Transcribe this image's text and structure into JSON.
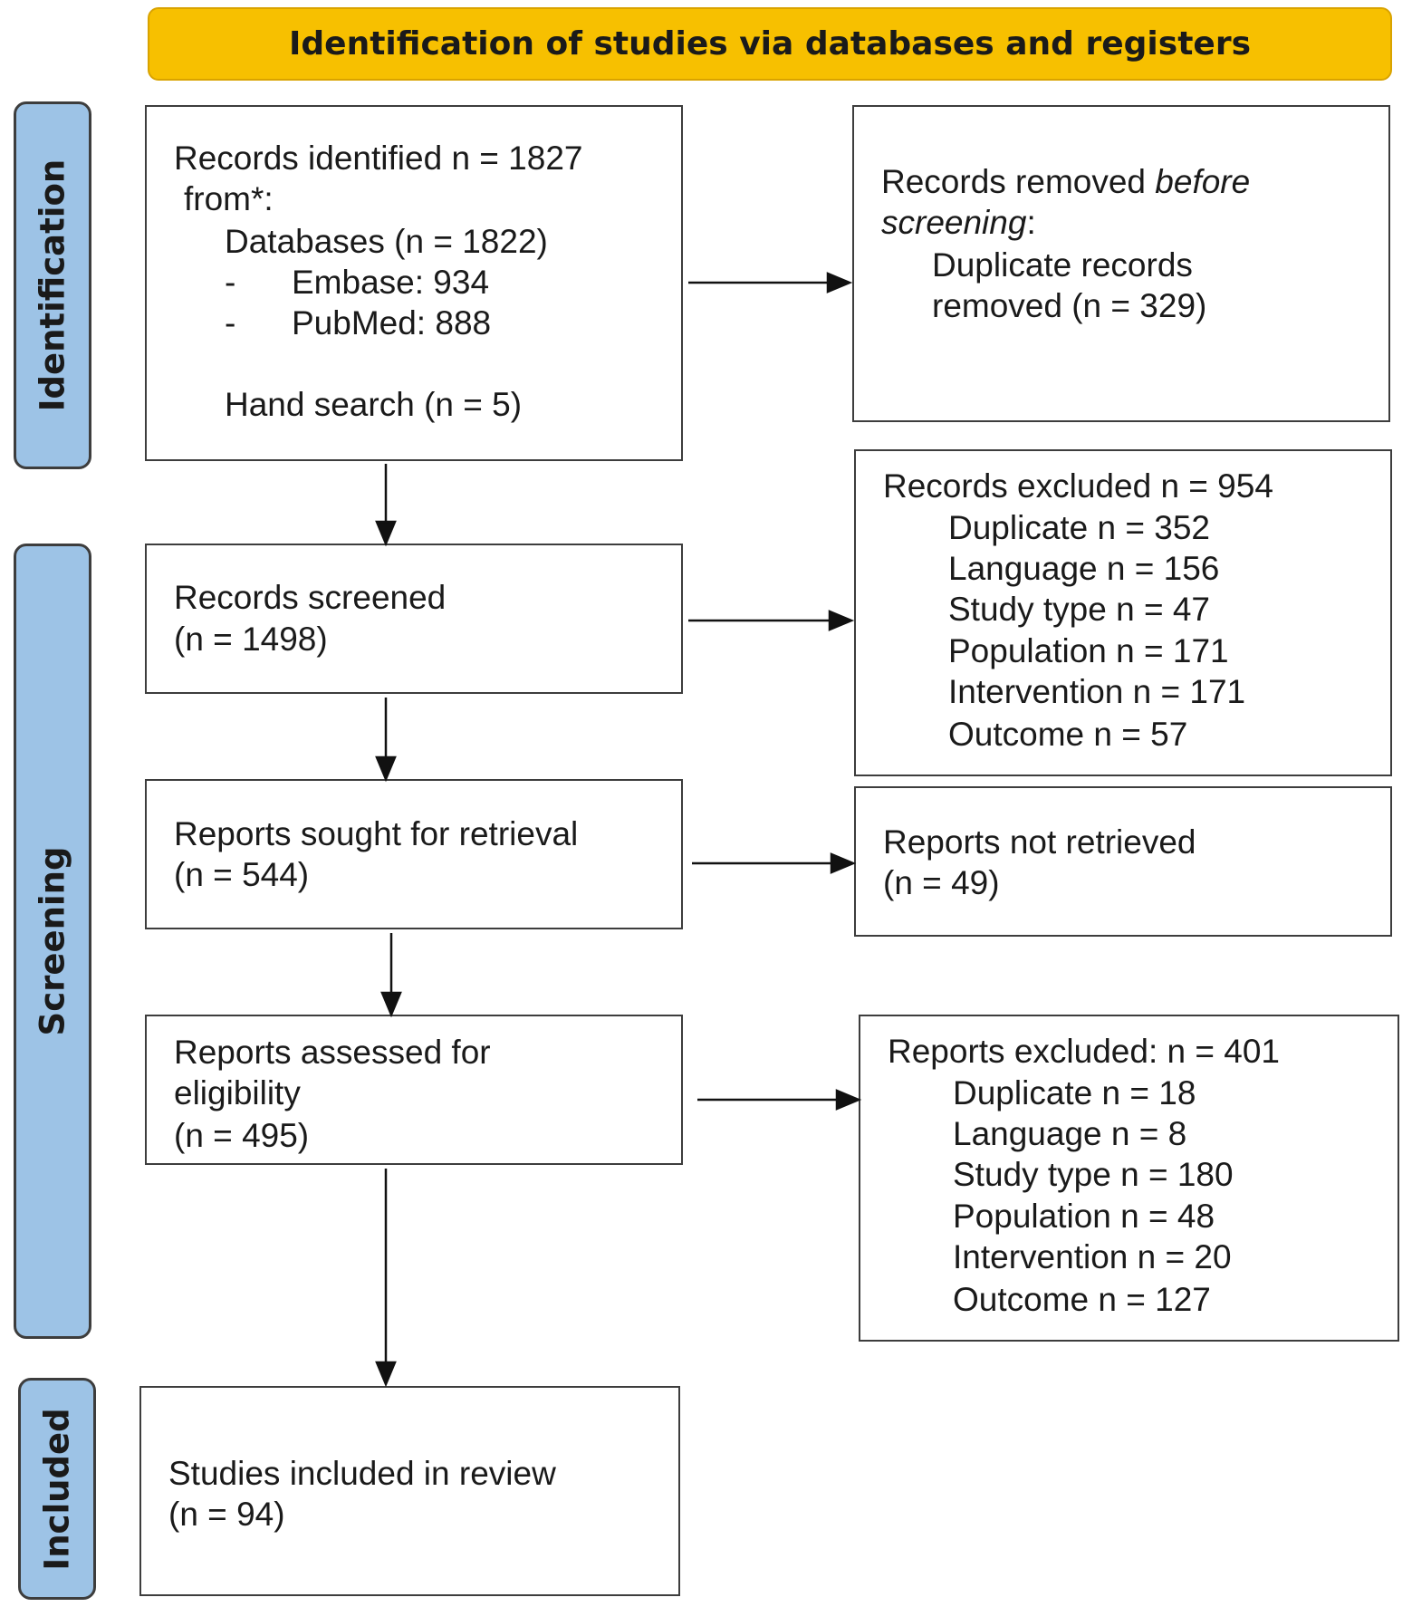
{
  "header": {
    "title": "Identification of studies via databases and registers"
  },
  "phases": {
    "identification": "Identification",
    "screening": "Screening",
    "included": "Included"
  },
  "identified": {
    "line1": "Records identified n = 1827",
    "line2": "from*:",
    "line3": "Databases (n = 1822)",
    "embase_dash": "-",
    "embase": "Embase: 934",
    "pubmed_dash": "-",
    "pubmed": "PubMed: 888",
    "hand": "Hand search (n = 5)"
  },
  "removed": {
    "line1_a": "Records removed ",
    "line1_b": "before",
    "line2_a": "screening",
    "line2_b": ":",
    "line3": "Duplicate records",
    "line4": "removed (n = 329)"
  },
  "screened": {
    "line1": "Records screened",
    "line2": "(n = 1498)"
  },
  "records_excluded": {
    "title": "Records excluded n = 954",
    "items": [
      "Duplicate n = 352",
      "Language n = 156",
      "Study type n = 47",
      "Population n = 171",
      "Intervention n = 171",
      "Outcome n = 57"
    ]
  },
  "sought": {
    "line1": "Reports sought for retrieval",
    "line2": "(n = 544)"
  },
  "not_retrieved": {
    "line1": "Reports not retrieved",
    "line2": "(n = 49)"
  },
  "assessed": {
    "line1": "Reports assessed for",
    "line2": "eligibility",
    "line3": "(n = 495)"
  },
  "reports_excluded": {
    "title": "Reports excluded: n = 401",
    "items": [
      "Duplicate n = 18",
      "Language n = 8",
      "Study type n = 180",
      "Population n = 48",
      "Intervention n = 20",
      "Outcome n = 127"
    ]
  },
  "included": {
    "line1": "Studies included in review",
    "line2": "(n = 94)"
  }
}
